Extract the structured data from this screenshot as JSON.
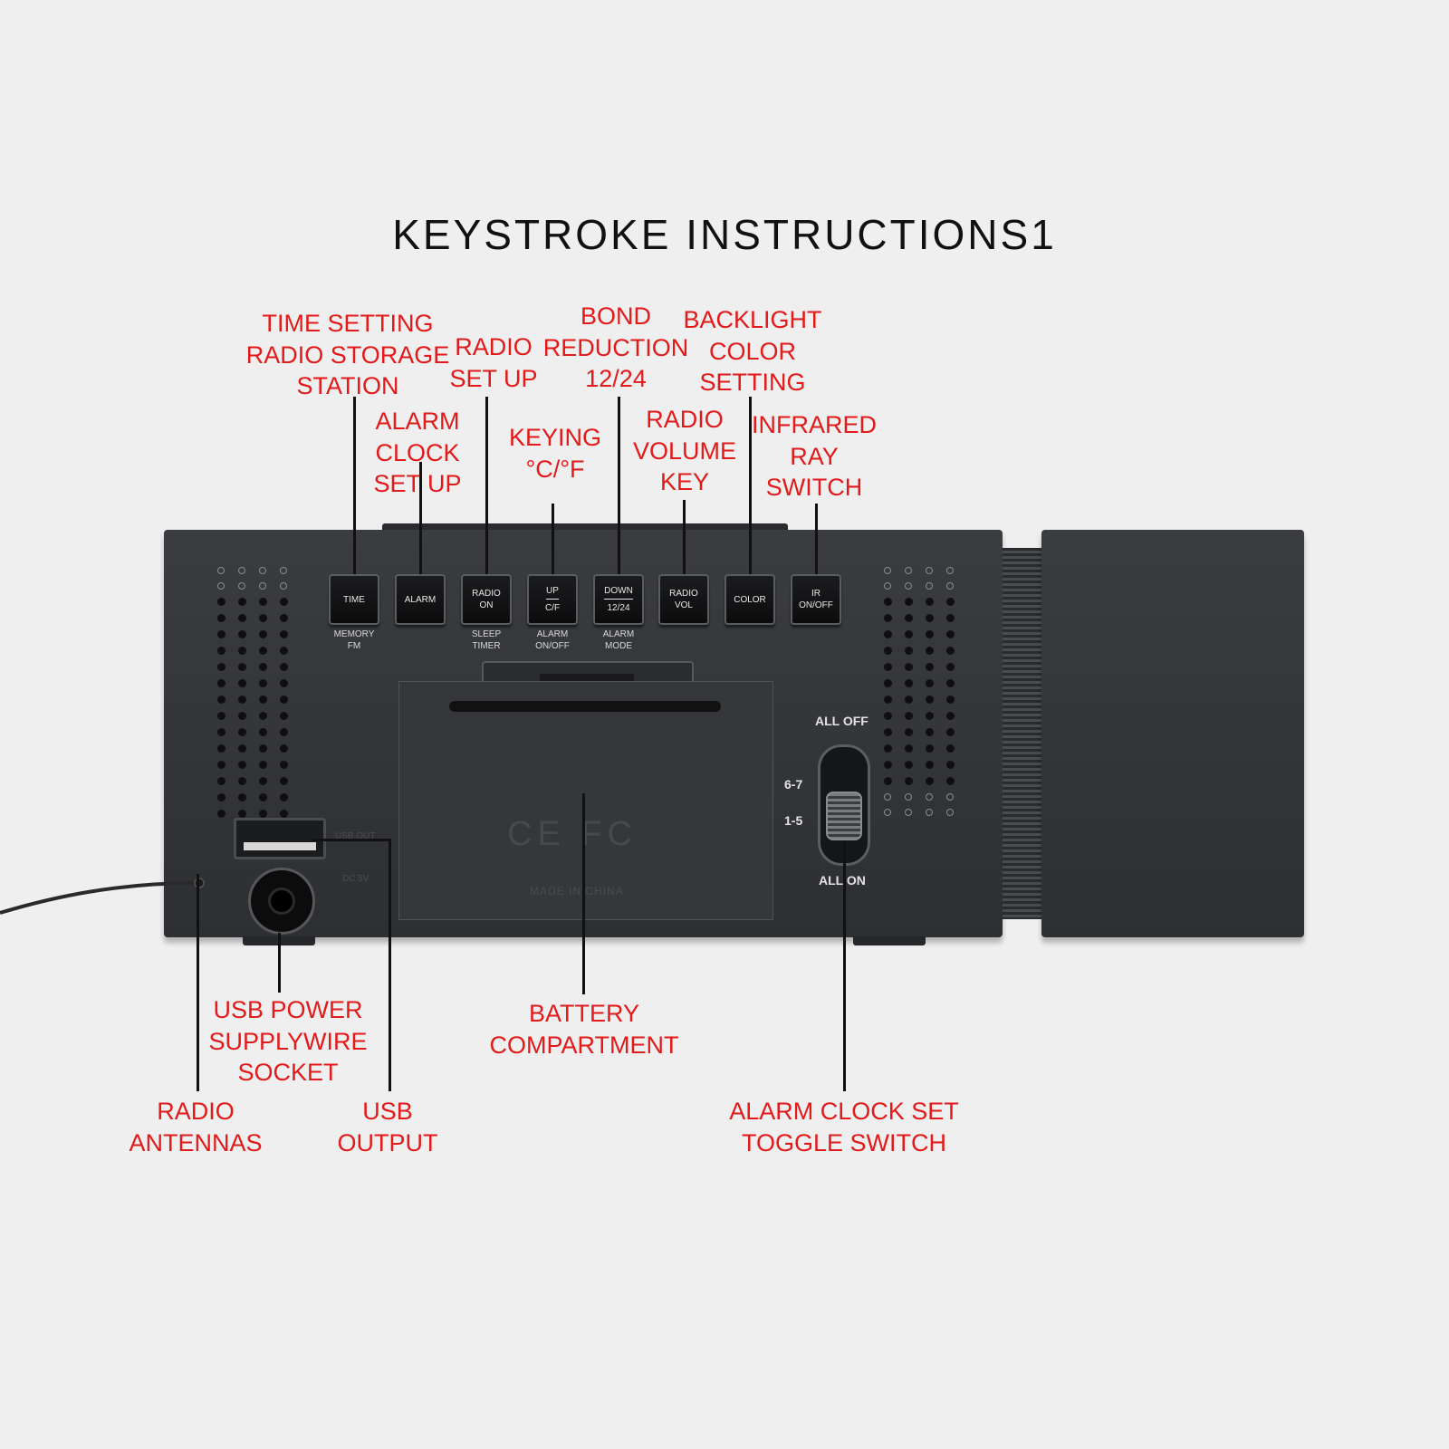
{
  "title": "KEYSTROKE INSTRUCTIONS1",
  "colors": {
    "background": "#efefef",
    "callout_text": "#e21a1a",
    "device_body": "#333539",
    "title_text": "#111111"
  },
  "top_callouts": [
    {
      "id": "time",
      "lines": [
        "TIME SETTING",
        "RADIO STORAGE",
        "STATION"
      ]
    },
    {
      "id": "alarm",
      "lines": [
        "ALARM",
        "CLOCK",
        "SET UP"
      ]
    },
    {
      "id": "radio-setup",
      "lines": [
        "RADIO",
        "SET UP"
      ]
    },
    {
      "id": "keying",
      "lines": [
        "KEYING",
        "°C/°F"
      ]
    },
    {
      "id": "bond",
      "lines": [
        "BOND",
        "REDUCTION",
        "12/24"
      ]
    },
    {
      "id": "radio-volume",
      "lines": [
        "RADIO",
        "VOLUME",
        "KEY"
      ]
    },
    {
      "id": "backlight",
      "lines": [
        "BACKLIGHT",
        "COLOR",
        "SETTING"
      ]
    },
    {
      "id": "infrared",
      "lines": [
        "INFRARED",
        "RAY",
        "SWITCH"
      ]
    }
  ],
  "bottom_callouts": [
    {
      "id": "antennas",
      "lines": [
        "RADIO",
        "ANTENNAS"
      ]
    },
    {
      "id": "usb-power",
      "lines": [
        "USB POWER",
        "SUPPLYWIRE",
        "SOCKET"
      ]
    },
    {
      "id": "usb-output",
      "lines": [
        "USB",
        "OUTPUT"
      ]
    },
    {
      "id": "battery",
      "lines": [
        "BATTERY",
        "COMPARTMENT"
      ]
    },
    {
      "id": "alarm-toggle",
      "lines": [
        "ALARM CLOCK SET",
        "TOGGLE SWITCH"
      ]
    }
  ],
  "keys": [
    {
      "id": "time",
      "face": [
        "TIME"
      ],
      "sub": [
        "MEMORY",
        "FM"
      ]
    },
    {
      "id": "alarm",
      "face": [
        "ALARM"
      ],
      "sub": []
    },
    {
      "id": "radio-on",
      "face": [
        "RADIO",
        "ON"
      ],
      "sub": [
        "SLEEP",
        "TIMER"
      ]
    },
    {
      "id": "up",
      "face": [
        "UP",
        "C/F"
      ],
      "sub": [
        "ALARM",
        "ON/OFF"
      ]
    },
    {
      "id": "down",
      "face": [
        "DOWN",
        "12/24"
      ],
      "sub": [
        "ALARM",
        "MODE"
      ]
    },
    {
      "id": "radio-vol",
      "face": [
        "RADIO",
        "VOL"
      ],
      "sub": []
    },
    {
      "id": "color",
      "face": [
        "COLOR"
      ],
      "sub": []
    },
    {
      "id": "ir",
      "face": [
        "IR",
        "ON/OFF"
      ],
      "sub": []
    }
  ],
  "toggle_labels": {
    "top": "ALL OFF",
    "upper": "6-7",
    "lower": "1-5",
    "bottom": "ALL ON"
  },
  "device_marks": {
    "certification": "CE FC",
    "made_in": "MADE IN CHINA",
    "usb_out": "USB OUT",
    "dc": "DC 5V"
  }
}
